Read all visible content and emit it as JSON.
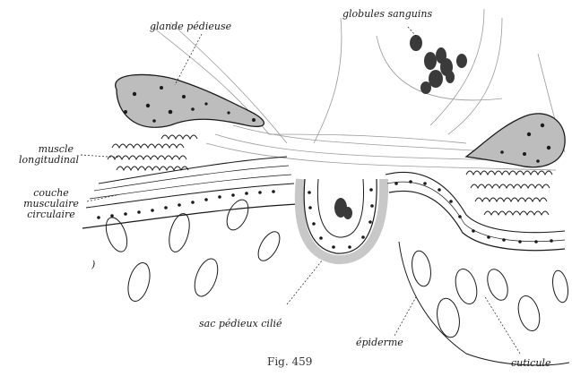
{
  "labels": {
    "glande_pedieuse": "glande pédieuse",
    "globules_sanguins": "globules sanguins",
    "muscle_line1": "muscle",
    "muscle_line2": "longitudinal",
    "couche_line1": "couche",
    "couche_line2": "musculaire",
    "couche_line3": "circulaire",
    "sac_pedieux": "sac pédieux cilié",
    "epiderme": "épiderme",
    "cuticule": "cuticule",
    "stray_mark": ")"
  },
  "caption": "Fig. 459",
  "colors": {
    "ink": "#1a1a1a",
    "blood": "#3a3a3a",
    "gland_fill": "#9a9a9a",
    "fibre": "#9a9a9a"
  }
}
